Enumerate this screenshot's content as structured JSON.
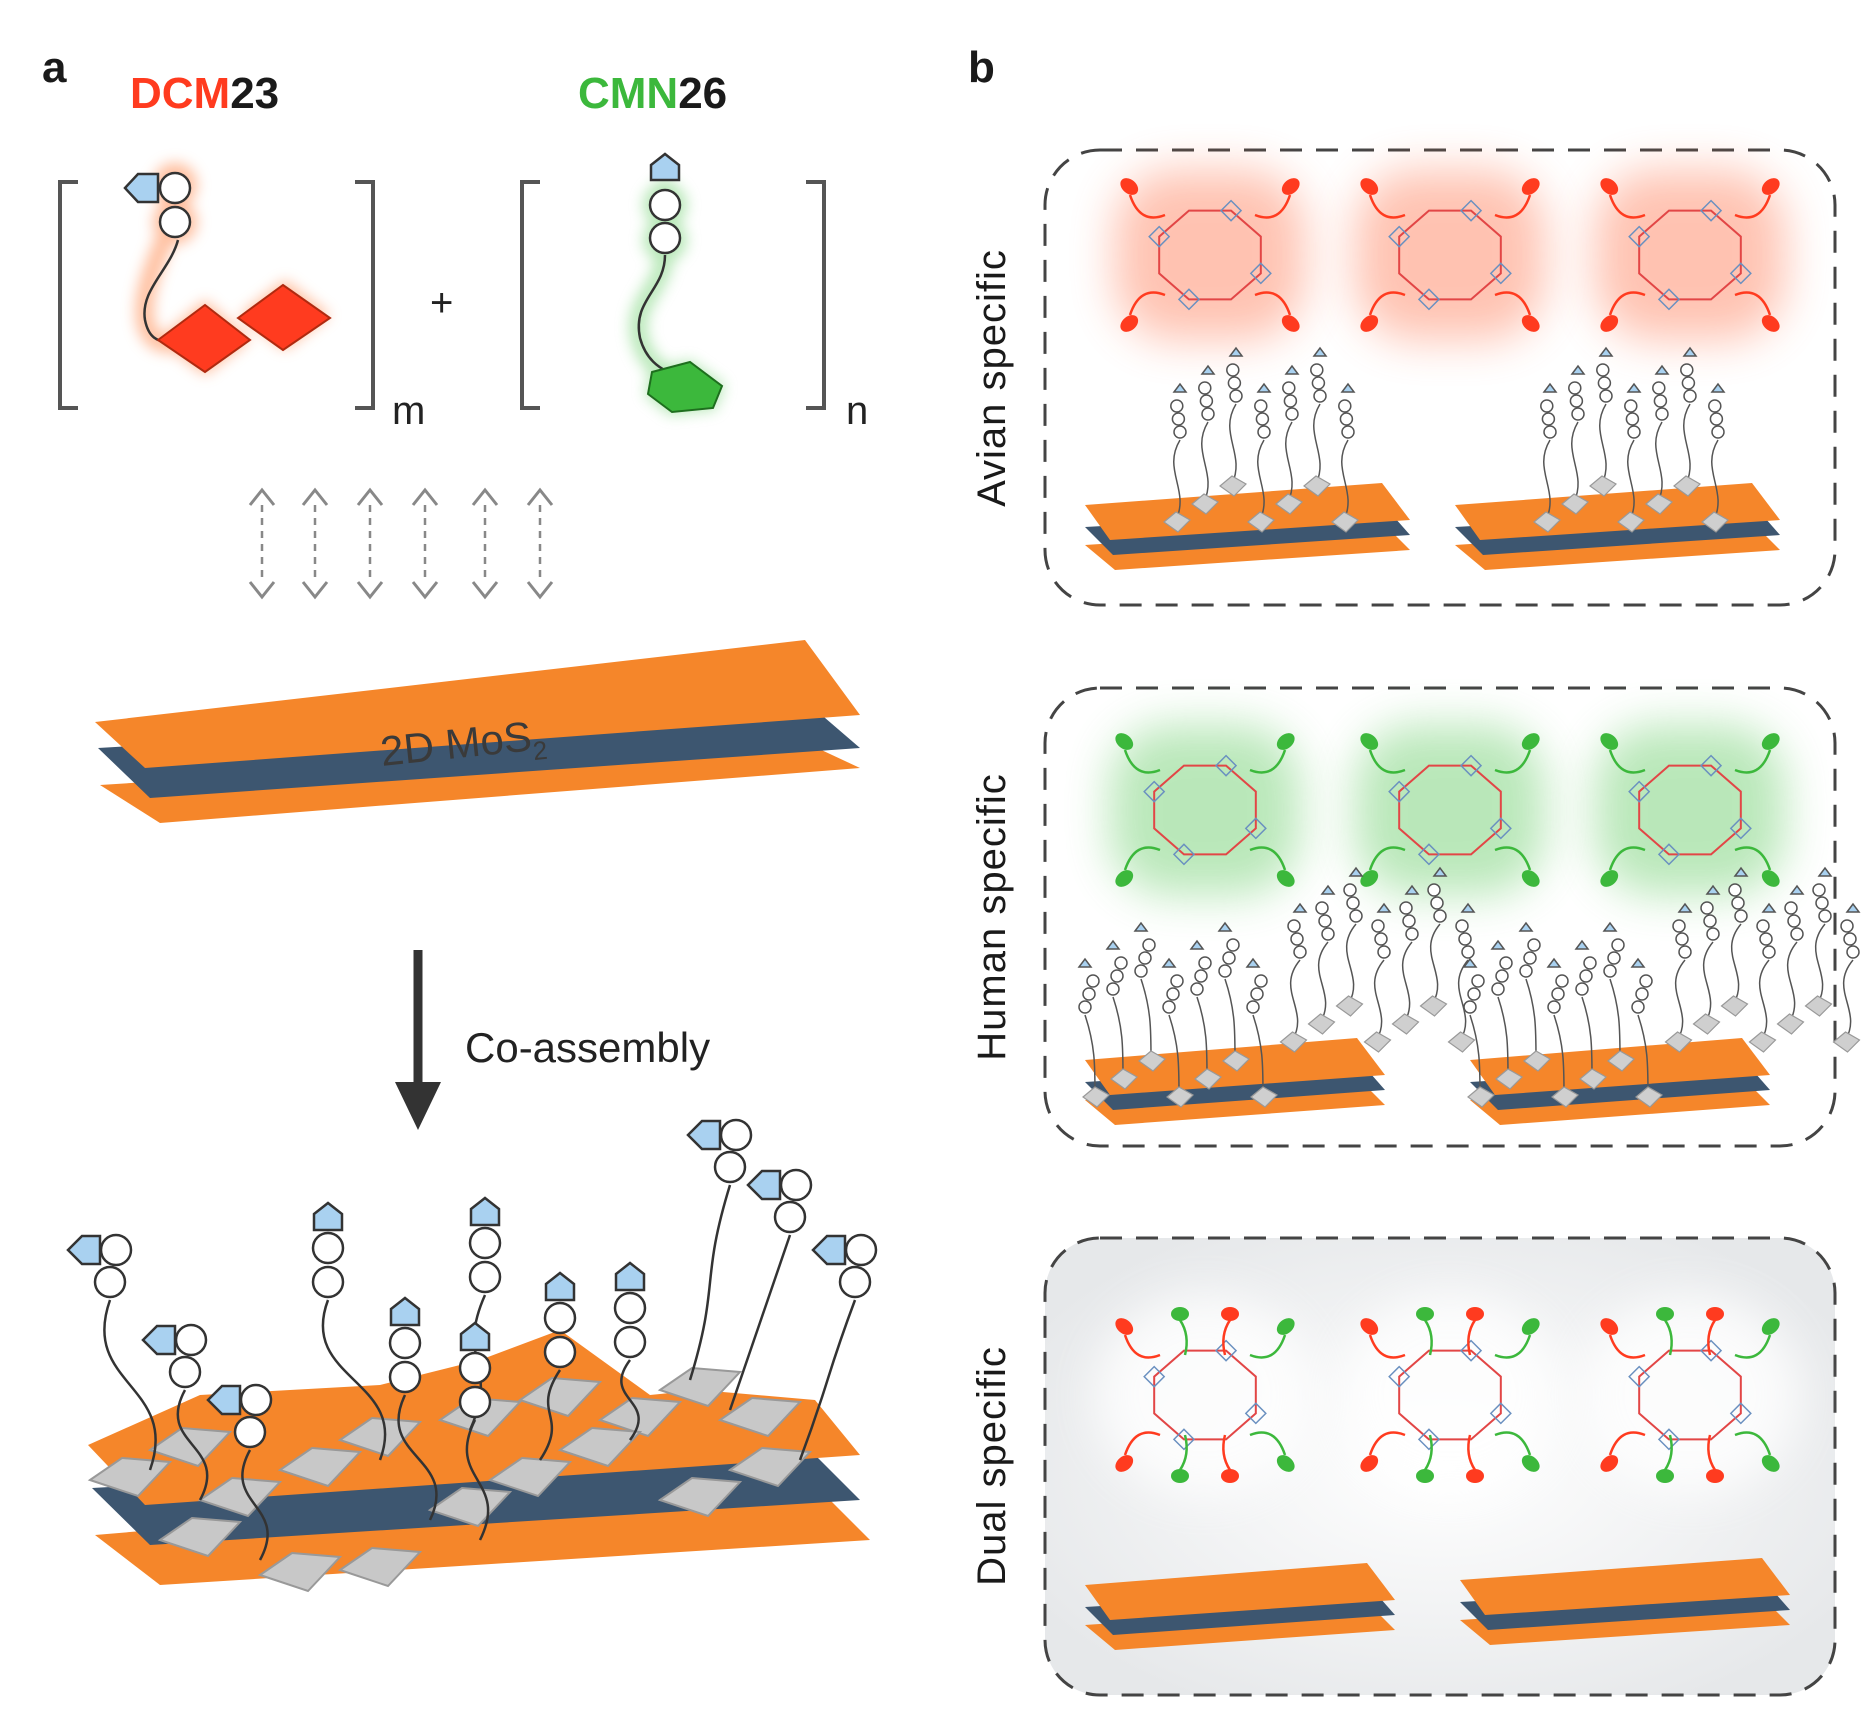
{
  "panel_a": {
    "letter": "a",
    "molecule_1": {
      "prefix": "DCM",
      "suffix": "23",
      "prefix_color": "#ff3b1f",
      "subscript": "m"
    },
    "molecule_2": {
      "prefix": "CMN",
      "suffix": "26",
      "prefix_color": "#3cb83c",
      "subscript": "n"
    },
    "plus": "+",
    "sheet_label": "2D MoS",
    "sheet_label_sub": "2",
    "arrow_label": "Co-assembly"
  },
  "panel_b": {
    "letter": "b",
    "boxes": [
      {
        "label": "Avian specific",
        "glow": "red"
      },
      {
        "label": "Human specific",
        "glow": "green"
      },
      {
        "label": "Dual specific",
        "glow": "dual"
      }
    ]
  },
  "colors": {
    "mos2_orange": "#f5862a",
    "mos2_blue": "#3d5670",
    "dye_red": "#ff3b1f",
    "dye_green": "#3cb83c",
    "sugar_blue": "#a9d1f0"
  }
}
